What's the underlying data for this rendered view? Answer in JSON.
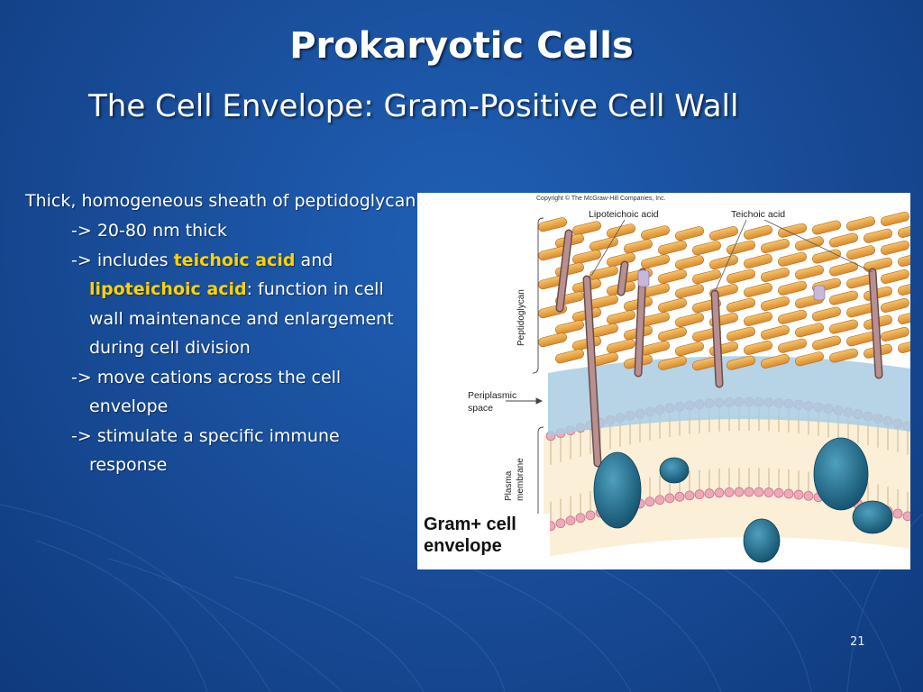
{
  "slide": {
    "title": "Prokaryotic Cells",
    "subtitle": "The Cell Envelope: Gram-Positive Cell Wall",
    "page_number": "21",
    "body": {
      "lead": "Thick, homogeneous sheath of peptidoglycan",
      "point_thickness": "-> 20-80 nm thick",
      "point_includes_prefix": "-> includes ",
      "teichoic": "teichoic acid",
      "and_word": " and",
      "lipoteichoic": "lipoteichoic acid",
      "function_text": ": function in cell",
      "function_cont1": "wall maintenance and enlargement",
      "function_cont2": "during cell division",
      "point_cations": "-> move cations across the cell",
      "cations_cont": "envelope",
      "point_immune": "-> stimulate a specific immune",
      "immune_cont": "response"
    }
  },
  "figure": {
    "copyright": "Copyright © The McGraw-Hill Companies, Inc.",
    "label_lipoteichoic": "Lipoteichoic acid",
    "label_teichoic": "Teichoic acid",
    "label_peptidoglycan": "Peptidoglycan",
    "label_periplasmic_1": "Periplasmic",
    "label_periplasmic_2": "space",
    "label_plasma": "Plasma",
    "label_membrane": "membrane",
    "caption_line1": "Gram+ cell",
    "caption_line2": "envelope"
  },
  "colors": {
    "highlight": "#ffd200",
    "background": "#1a4f9c",
    "peptidoglycan": "#e8a040",
    "periplasm": "#a9cde0",
    "protein": "#1f6f8f",
    "lipid_head": "#f0a8b8"
  }
}
